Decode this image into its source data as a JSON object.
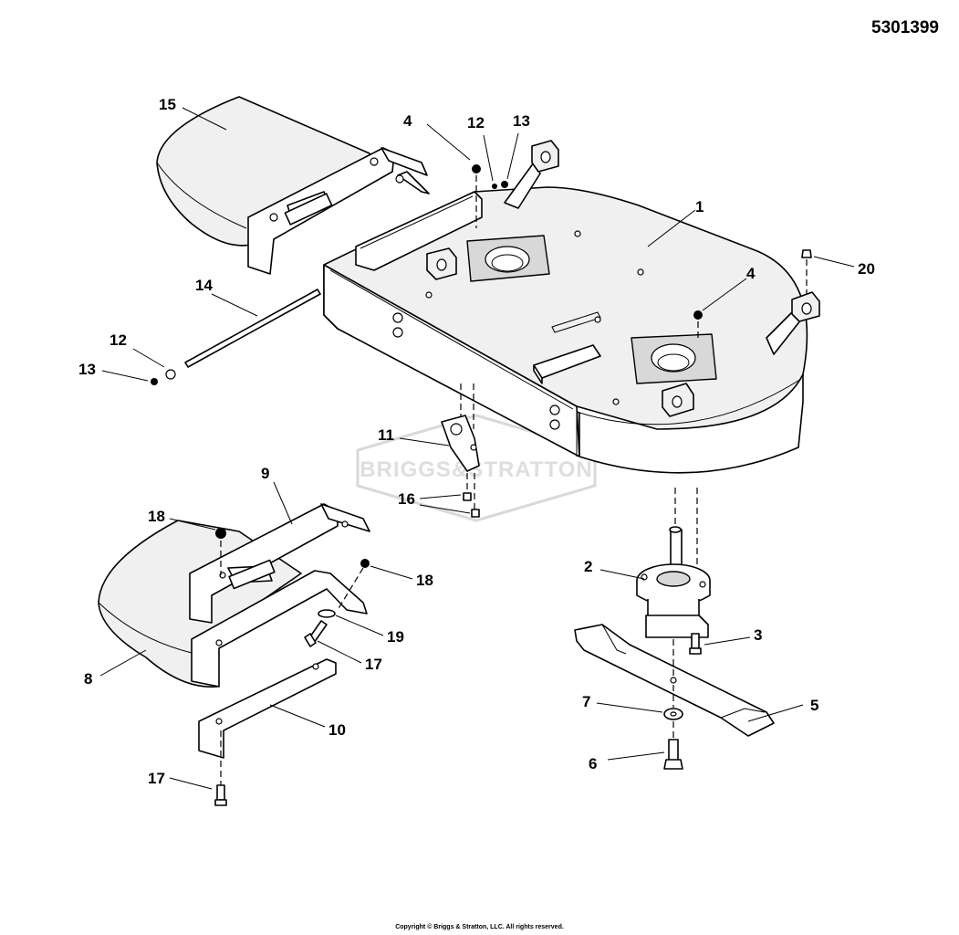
{
  "document": {
    "diagram_number": "5301399",
    "copyright": "Copyright © Briggs & Stratton, LLC. All rights reserved.",
    "watermark": "BRIGGS&STRATTON"
  },
  "callouts": {
    "c1": "1",
    "c2": "2",
    "c3": "3",
    "c4a": "4",
    "c4b": "4",
    "c5": "5",
    "c6": "6",
    "c7": "7",
    "c8": "8",
    "c9": "9",
    "c10": "10",
    "c11": "11",
    "c12a": "12",
    "c12b": "12",
    "c13a": "13",
    "c13b": "13",
    "c14": "14",
    "c15": "15",
    "c16": "16",
    "c17a": "17",
    "c17b": "17",
    "c18a": "18",
    "c18b": "18",
    "c19": "19",
    "c20": "20"
  },
  "parts": [
    {
      "part": "mower-deck-shell"
    },
    {
      "part": "spindle-assembly"
    },
    {
      "part": "spindle-screw"
    },
    {
      "part": "locknut"
    },
    {
      "part": "mower-blade"
    },
    {
      "part": "blade-bolt"
    },
    {
      "part": "blade-washer"
    },
    {
      "part": "discharge-chute-lower"
    },
    {
      "part": "chute-bracket"
    },
    {
      "part": "chute-support"
    },
    {
      "part": "deck-bracket"
    },
    {
      "part": "washer"
    },
    {
      "part": "nut"
    },
    {
      "part": "rod"
    },
    {
      "part": "discharge-chute-upper"
    },
    {
      "part": "screw"
    },
    {
      "part": "bolt"
    },
    {
      "part": "nut-flange"
    },
    {
      "part": "spacer-washer"
    },
    {
      "part": "grease-fitting"
    }
  ]
}
